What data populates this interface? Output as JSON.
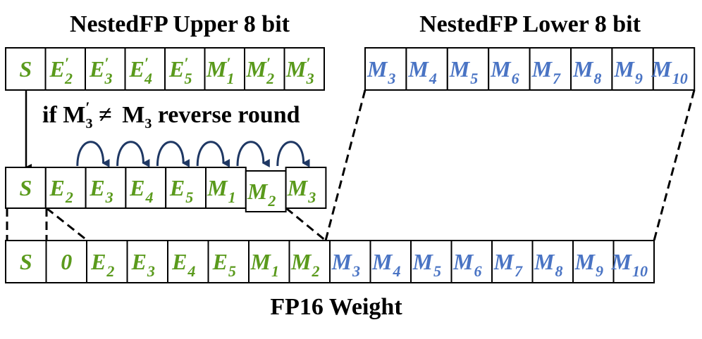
{
  "titles": {
    "upper": "NestedFP Upper 8 bit",
    "lower": "NestedFP Lower 8 bit",
    "weight": "FP16 Weight"
  },
  "condition": {
    "prefix": "if M",
    "m3prime_sup": "′",
    "m3prime_sub": "3",
    "neq": " ≠ ",
    "m3": "M",
    "m3_sub": "3",
    "suffix": " reverse round"
  },
  "colors": {
    "green": "#5a9a1c",
    "blue": "#4a74c4",
    "arc": "#1f3864"
  },
  "rows": {
    "upper": [
      {
        "b": "S",
        "sub": "",
        "prime": false,
        "c": "green"
      },
      {
        "b": "E",
        "sub": "2",
        "prime": true,
        "c": "green"
      },
      {
        "b": "E",
        "sub": "3",
        "prime": true,
        "c": "green"
      },
      {
        "b": "E",
        "sub": "4",
        "prime": true,
        "c": "green"
      },
      {
        "b": "E",
        "sub": "5",
        "prime": true,
        "c": "green"
      },
      {
        "b": "M",
        "sub": "1",
        "prime": true,
        "c": "green"
      },
      {
        "b": "M",
        "sub": "2",
        "prime": true,
        "c": "green"
      },
      {
        "b": "M",
        "sub": "3",
        "prime": true,
        "c": "green"
      }
    ],
    "lower": [
      {
        "b": "M",
        "sub": "3",
        "prime": false,
        "c": "blue"
      },
      {
        "b": "M",
        "sub": "4",
        "prime": false,
        "c": "blue"
      },
      {
        "b": "M",
        "sub": "5",
        "prime": false,
        "c": "blue"
      },
      {
        "b": "M",
        "sub": "6",
        "prime": false,
        "c": "blue"
      },
      {
        "b": "M",
        "sub": "7",
        "prime": false,
        "c": "blue"
      },
      {
        "b": "M",
        "sub": "8",
        "prime": false,
        "c": "blue"
      },
      {
        "b": "M",
        "sub": "9",
        "prime": false,
        "c": "blue"
      },
      {
        "b": "M",
        "sub": "10",
        "prime": false,
        "c": "blue"
      }
    ],
    "middle": [
      {
        "b": "S",
        "sub": "",
        "prime": false,
        "c": "green"
      },
      {
        "b": "E",
        "sub": "2",
        "prime": false,
        "c": "green"
      },
      {
        "b": "E",
        "sub": "3",
        "prime": false,
        "c": "green"
      },
      {
        "b": "E",
        "sub": "4",
        "prime": false,
        "c": "green"
      },
      {
        "b": "E",
        "sub": "5",
        "prime": false,
        "c": "green"
      },
      {
        "b": "M",
        "sub": "1",
        "prime": false,
        "c": "green"
      },
      {
        "b": "M",
        "sub": "2",
        "prime": false,
        "c": "green"
      },
      {
        "b": "M",
        "sub": "3",
        "prime": false,
        "c": "green"
      }
    ],
    "fp16": [
      {
        "b": "S",
        "sub": "",
        "prime": false,
        "c": "green"
      },
      {
        "b": "0",
        "sub": "",
        "prime": false,
        "c": "green"
      },
      {
        "b": "E",
        "sub": "2",
        "prime": false,
        "c": "green"
      },
      {
        "b": "E",
        "sub": "3",
        "prime": false,
        "c": "green"
      },
      {
        "b": "E",
        "sub": "4",
        "prime": false,
        "c": "green"
      },
      {
        "b": "E",
        "sub": "5",
        "prime": false,
        "c": "green"
      },
      {
        "b": "M",
        "sub": "1",
        "prime": false,
        "c": "green"
      },
      {
        "b": "M",
        "sub": "2",
        "prime": false,
        "c": "green"
      },
      {
        "b": "M",
        "sub": "3",
        "prime": false,
        "c": "blue"
      },
      {
        "b": "M",
        "sub": "4",
        "prime": false,
        "c": "blue"
      },
      {
        "b": "M",
        "sub": "5",
        "prime": false,
        "c": "blue"
      },
      {
        "b": "M",
        "sub": "6",
        "prime": false,
        "c": "blue"
      },
      {
        "b": "M",
        "sub": "7",
        "prime": false,
        "c": "blue"
      },
      {
        "b": "M",
        "sub": "8",
        "prime": false,
        "c": "blue"
      },
      {
        "b": "M",
        "sub": "9",
        "prime": false,
        "c": "blue"
      },
      {
        "b": "M",
        "sub": "10",
        "prime": false,
        "c": "blue"
      }
    ]
  }
}
